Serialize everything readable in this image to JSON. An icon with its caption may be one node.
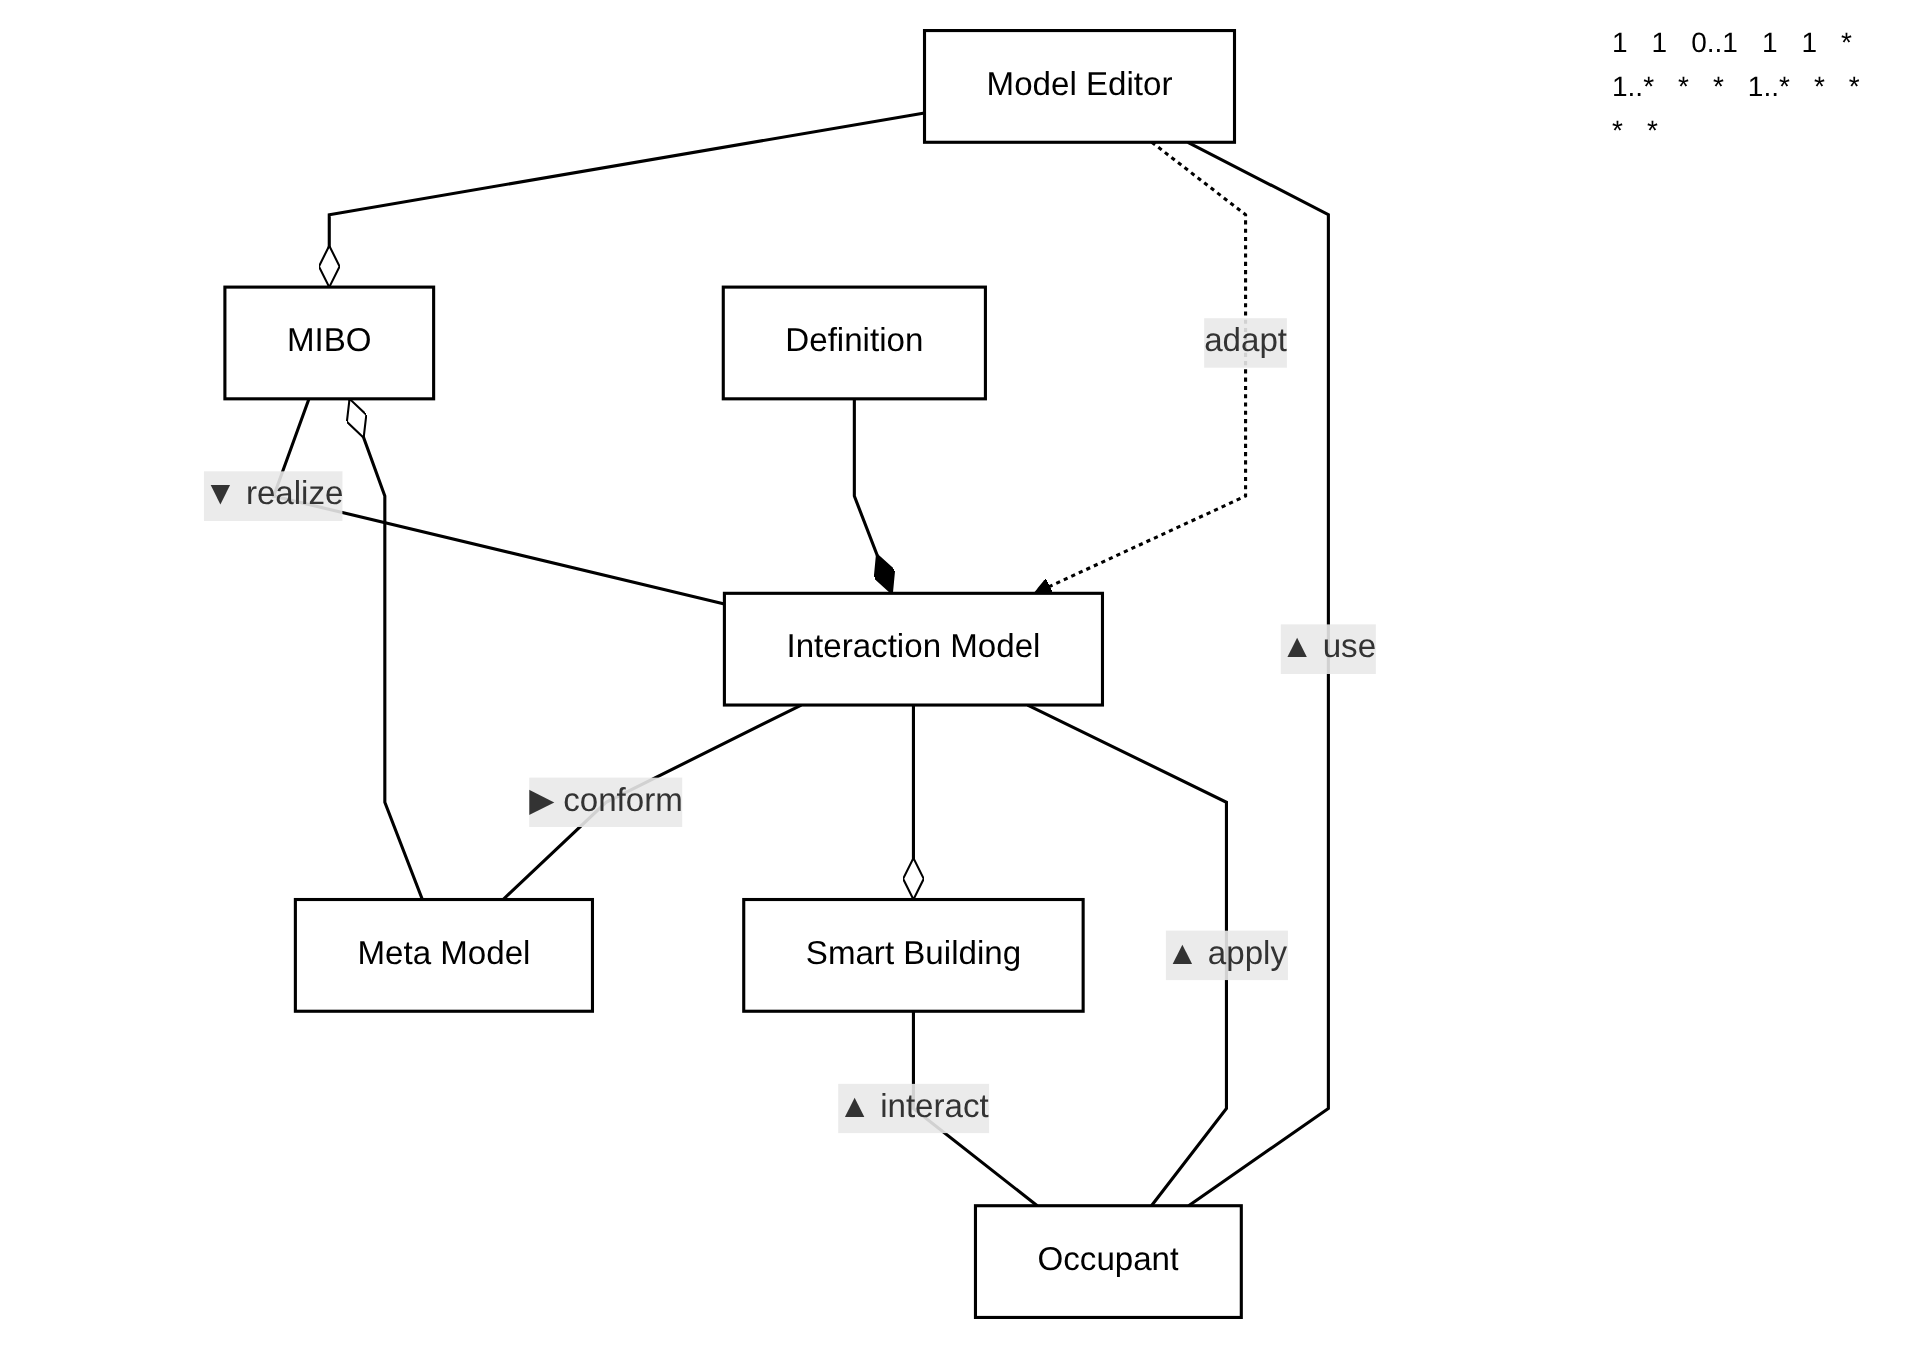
{
  "diagram": {
    "nodes": [
      {
        "text": [
          "MIBO"
        ]
      },
      {
        "text": [
          "Model Editor"
        ]
      },
      {
        "text": [
          "Meta Model"
        ]
      },
      {
        "text": [
          "Smart Building"
        ]
      },
      {
        "text": [
          "Interaction Model"
        ]
      },
      {
        "text": [
          "Definition"
        ]
      },
      {
        "text": [
          "Occupant"
        ]
      }
    ],
    "edges": [
      {
        "from": 1,
        "to": 0,
        "arrow": "other"
      },
      {
        "from": 2,
        "to": 0,
        "arrow": "other"
      },
      {
        "from": 1,
        "to": 4,
        "arrow": "to",
        "style": "dashed",
        "label": "adapt"
      },
      {
        "from": 0,
        "to": 4,
        "arrow": "none",
        "label": "▼ realize"
      },
      {
        "from": 4,
        "to": 2,
        "arrow": "none",
        "label": "▶ conform"
      },
      {
        "from": 4,
        "to": 3,
        "arrow": "other"
      },
      {
        "from": 5,
        "to": 4,
        "arrow": "other"
      },
      {
        "from": 3,
        "to": 6,
        "arrow": "none",
        "label": "▲ interact"
      },
      {
        "from": 4,
        "to": 6,
        "arrow": "none",
        "label": "▲ apply"
      },
      {
        "from": 1,
        "to": 6,
        "arrow": "none",
        "label": "▲ use"
      }
    ],
    "labels": [
      "1",
      "1",
      "0..1",
      "1",
      "1",
      "*",
      "1..*",
      "*",
      "*",
      "1..*",
      "*",
      "*",
      "*",
      "*"
    ]
  }
}
